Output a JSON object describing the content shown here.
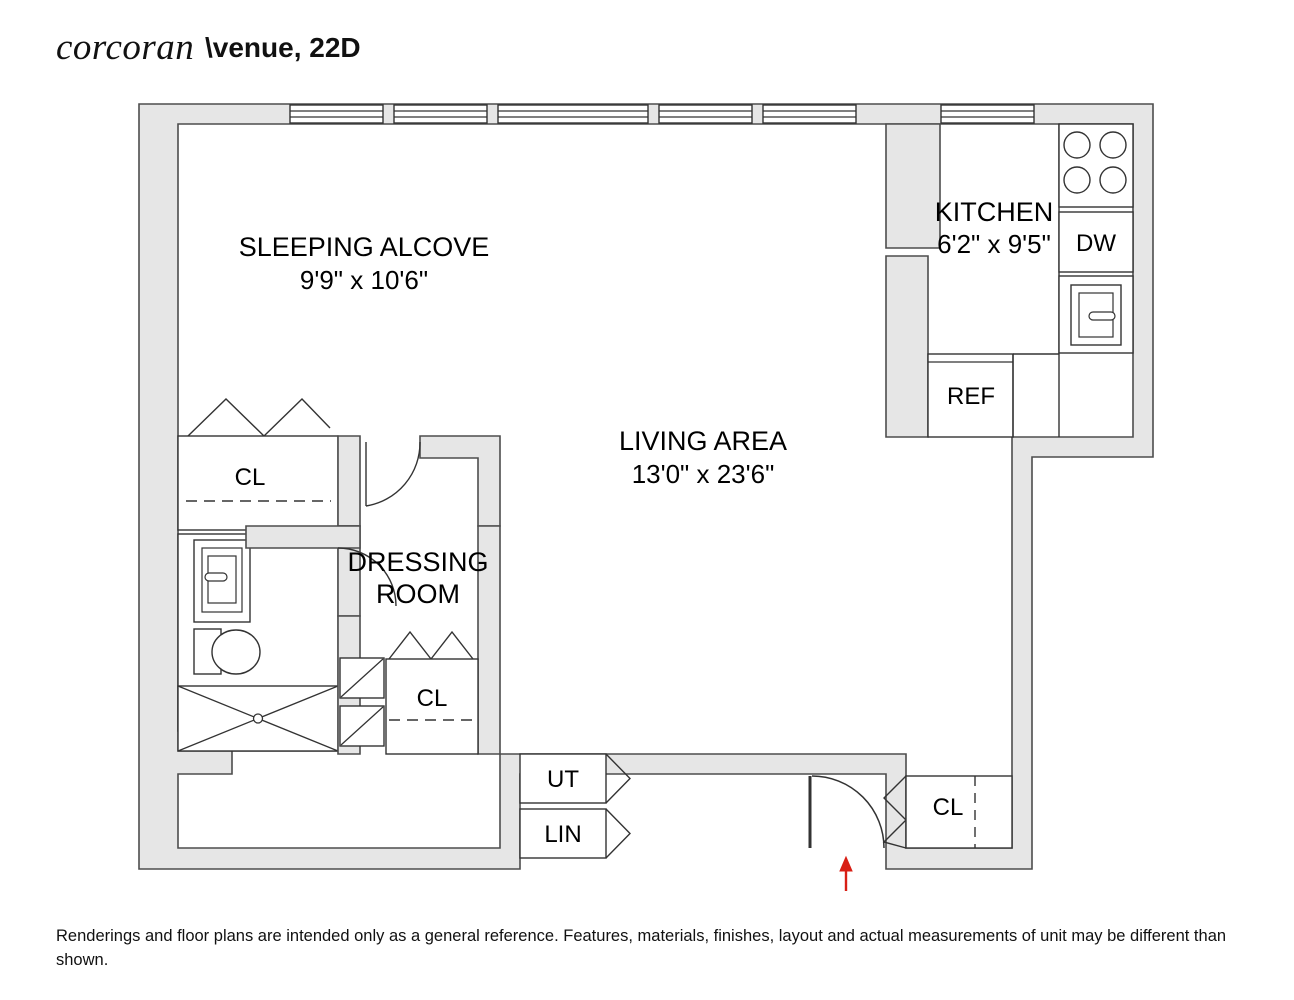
{
  "header": {
    "brand": "corcoran",
    "title": "\\venue, 22D"
  },
  "footer": {
    "disclaimer": "Renderings and floor plans are intended only as a general reference. Features, materials, finishes, layout and actual measurements of unit may be different than shown."
  },
  "colors": {
    "wall_fill": "#e6e6e6",
    "wall_stroke": "#4d4d4d",
    "line": "#333333",
    "entry_arrow": "#d81f15",
    "text": "#000000",
    "page_bg": "#ffffff"
  },
  "plan": {
    "rooms": [
      {
        "id": "sleeping-alcove",
        "name": "SLEEPING ALCOVE",
        "dimensions": "9'9\" x 10'6\""
      },
      {
        "id": "living-area",
        "name": "LIVING AREA",
        "dimensions": "13'0\" x 23'6\""
      },
      {
        "id": "kitchen",
        "name": "KITCHEN",
        "dimensions": "6'2\" x 9'5\""
      },
      {
        "id": "dressing-room",
        "name": "DRESSING",
        "name_line2": "ROOM",
        "dimensions": ""
      }
    ],
    "closets": [
      {
        "id": "closet-alcove",
        "label": "CL"
      },
      {
        "id": "closet-dressing",
        "label": "CL"
      },
      {
        "id": "closet-entry",
        "label": "CL"
      },
      {
        "id": "closet-utility",
        "label": "UT"
      },
      {
        "id": "closet-linen",
        "label": "LIN"
      }
    ],
    "appliances": [
      {
        "id": "dishwasher",
        "label": "DW"
      },
      {
        "id": "refrigerator",
        "label": "REF"
      },
      {
        "id": "range",
        "label": ""
      },
      {
        "id": "kitchen-sink",
        "label": ""
      }
    ],
    "fixtures": [
      {
        "id": "bath-sink",
        "label": ""
      },
      {
        "id": "toilet",
        "label": ""
      },
      {
        "id": "bathtub",
        "label": ""
      }
    ],
    "entry": {
      "marker": "entry-arrow",
      "description": "entry door"
    }
  }
}
